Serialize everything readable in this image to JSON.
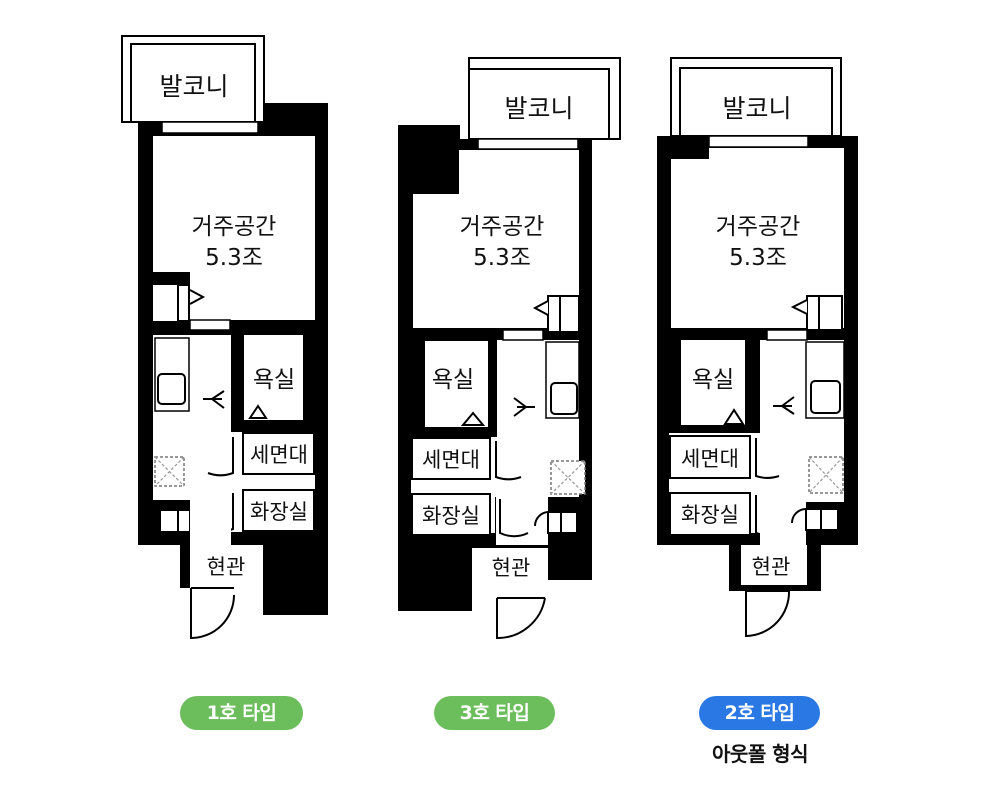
{
  "colors": {
    "wall": "#000000",
    "green": "#6cbe5c",
    "blue": "#2a78e4"
  },
  "units": [
    {
      "rooms": {
        "balcony": "발코니",
        "living": "거주공간",
        "area": "5.3조",
        "bath": "욕실",
        "washstand": "세면대",
        "toilet": "화장실",
        "entrance": "현관"
      },
      "type_label": "1호 타입",
      "type_color": "green"
    },
    {
      "rooms": {
        "balcony": "발코니",
        "living": "거주공간",
        "area": "5.3조",
        "bath": "욕실",
        "washstand": "세면대",
        "toilet": "화장실",
        "entrance": "현관"
      },
      "type_label": "3호 타입",
      "type_color": "green"
    },
    {
      "rooms": {
        "balcony": "발코니",
        "living": "거주공간",
        "area": "5.3조",
        "bath": "욕실",
        "washstand": "세면대",
        "toilet": "화장실",
        "entrance": "현관"
      },
      "type_label": "2호 타입",
      "type_color": "blue",
      "note": "아웃폴 형식"
    }
  ]
}
